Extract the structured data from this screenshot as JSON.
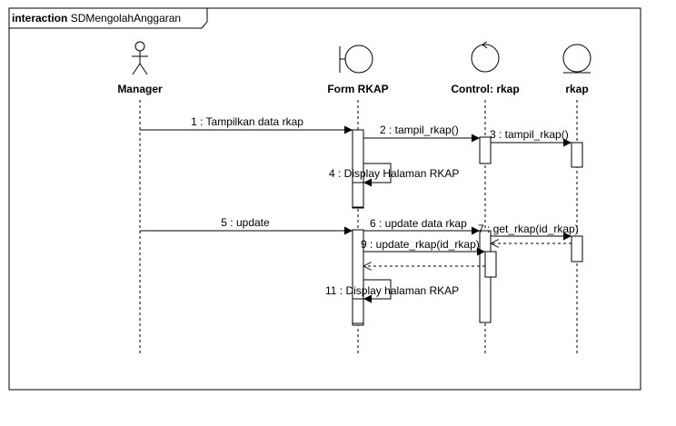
{
  "frame": {
    "keyword": "interaction",
    "name": "SDMengolahAnggaran"
  },
  "lifelines": [
    {
      "id": "manager",
      "label": "Manager",
      "kind": "actor"
    },
    {
      "id": "form",
      "label": "Form RKAP",
      "kind": "boundary"
    },
    {
      "id": "control",
      "label": "Control: rkap",
      "kind": "control"
    },
    {
      "id": "entity",
      "label": "rkap",
      "kind": "entity"
    }
  ],
  "messages": [
    {
      "n": "1",
      "text": "1 : Tampilkan data rkap",
      "from": "manager",
      "to": "form",
      "kind": "sync"
    },
    {
      "n": "2",
      "text": "2 : tampil_rkap()",
      "from": "form",
      "to": "control",
      "kind": "sync"
    },
    {
      "n": "3",
      "text": "3 : tampil_rkap()",
      "from": "control",
      "to": "entity",
      "kind": "sync"
    },
    {
      "n": "4",
      "text": "4 : Display Halaman RKAP",
      "from": "form",
      "to": "form",
      "kind": "self"
    },
    {
      "n": "5",
      "text": "5 : update",
      "from": "manager",
      "to": "form",
      "kind": "sync"
    },
    {
      "n": "6",
      "text": "6 : update data rkap",
      "from": "form",
      "to": "control",
      "kind": "sync"
    },
    {
      "n": "7",
      "text": "7 : get_rkap(id_rkap)",
      "from": "control",
      "to": "entity",
      "kind": "sync"
    },
    {
      "n": "8",
      "text": "",
      "from": "entity",
      "to": "control",
      "kind": "return"
    },
    {
      "n": "9",
      "text": "9 : update_rkap(id_rkap)",
      "from": "form",
      "to": "control",
      "kind": "sync"
    },
    {
      "n": "10",
      "text": "",
      "from": "control",
      "to": "form",
      "kind": "return"
    },
    {
      "n": "11",
      "text": "11 : Display halaman RKAP",
      "from": "form",
      "to": "form",
      "kind": "self"
    }
  ],
  "colors": {
    "line": "#000000",
    "activation_fill": "#ffffff",
    "background": "#ffffff"
  }
}
